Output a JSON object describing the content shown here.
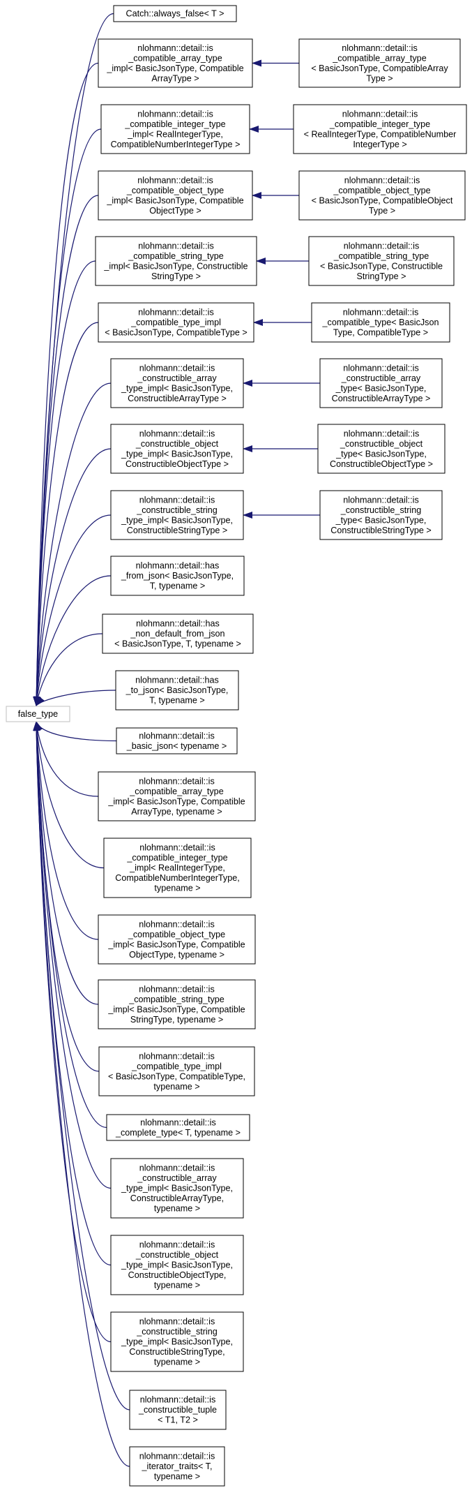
{
  "root": {
    "lines": [
      "false_type"
    ]
  },
  "nodes": [
    {
      "id": "n1",
      "lines": [
        "Catch::always_false< T >"
      ]
    },
    {
      "id": "n2",
      "lines": [
        "nlohmann::detail::is",
        "_compatible_array_type",
        "_impl< BasicJsonType, Compatible",
        "ArrayType >"
      ]
    },
    {
      "id": "n3",
      "lines": [
        "nlohmann::detail::is",
        "_compatible_integer_type",
        "_impl< RealIntegerType,",
        "CompatibleNumberIntegerType >"
      ]
    },
    {
      "id": "n4",
      "lines": [
        "nlohmann::detail::is",
        "_compatible_object_type",
        "_impl< BasicJsonType, Compatible",
        "ObjectType >"
      ]
    },
    {
      "id": "n5",
      "lines": [
        "nlohmann::detail::is",
        "_compatible_string_type",
        "_impl< BasicJsonType, Constructible",
        "StringType >"
      ]
    },
    {
      "id": "n6",
      "lines": [
        "nlohmann::detail::is",
        "_compatible_type_impl",
        "< BasicJsonType, CompatibleType >"
      ]
    },
    {
      "id": "n7",
      "lines": [
        "nlohmann::detail::is",
        "_constructible_array",
        "_type_impl< BasicJsonType,",
        "ConstructibleArrayType >"
      ]
    },
    {
      "id": "n8",
      "lines": [
        "nlohmann::detail::is",
        "_constructible_object",
        "_type_impl< BasicJsonType,",
        "ConstructibleObjectType >"
      ]
    },
    {
      "id": "n9",
      "lines": [
        "nlohmann::detail::is",
        "_constructible_string",
        "_type_impl< BasicJsonType,",
        "ConstructibleStringType >"
      ]
    },
    {
      "id": "n10",
      "lines": [
        "nlohmann::detail::has",
        "_from_json< BasicJsonType,",
        "T, typename >"
      ]
    },
    {
      "id": "n11",
      "lines": [
        "nlohmann::detail::has",
        "_non_default_from_json",
        "< BasicJsonType, T, typename >"
      ]
    },
    {
      "id": "n12",
      "lines": [
        "nlohmann::detail::has",
        "_to_json< BasicJsonType,",
        "T, typename >"
      ]
    },
    {
      "id": "n13",
      "lines": [
        "nlohmann::detail::is",
        "_basic_json< typename >"
      ]
    },
    {
      "id": "n14",
      "lines": [
        "nlohmann::detail::is",
        "_compatible_array_type",
        "_impl< BasicJsonType, Compatible",
        "ArrayType, typename >"
      ]
    },
    {
      "id": "n15",
      "lines": [
        "nlohmann::detail::is",
        "_compatible_integer_type",
        "_impl< RealIntegerType,",
        "CompatibleNumberIntegerType,",
        "typename >"
      ]
    },
    {
      "id": "n16",
      "lines": [
        "nlohmann::detail::is",
        "_compatible_object_type",
        "_impl< BasicJsonType, Compatible",
        "ObjectType, typename >"
      ]
    },
    {
      "id": "n17",
      "lines": [
        "nlohmann::detail::is",
        "_compatible_string_type",
        "_impl< BasicJsonType, Compatible",
        "StringType, typename >"
      ]
    },
    {
      "id": "n18",
      "lines": [
        "nlohmann::detail::is",
        "_compatible_type_impl",
        "< BasicJsonType, CompatibleType,",
        "typename >"
      ]
    },
    {
      "id": "n19",
      "lines": [
        "nlohmann::detail::is",
        "_complete_type< T, typename >"
      ]
    },
    {
      "id": "n20",
      "lines": [
        "nlohmann::detail::is",
        "_constructible_array",
        "_type_impl< BasicJsonType,",
        "ConstructibleArrayType,",
        "typename >"
      ]
    },
    {
      "id": "n21",
      "lines": [
        "nlohmann::detail::is",
        "_constructible_object",
        "_type_impl< BasicJsonType,",
        "ConstructibleObjectType,",
        "typename >"
      ]
    },
    {
      "id": "n22",
      "lines": [
        "nlohmann::detail::is",
        "_constructible_string",
        "_type_impl< BasicJsonType,",
        "ConstructibleStringType,",
        "typename >"
      ]
    },
    {
      "id": "n23",
      "lines": [
        "nlohmann::detail::is",
        "_constructible_tuple",
        "< T1, T2 >"
      ]
    },
    {
      "id": "n24",
      "lines": [
        "nlohmann::detail::is",
        "_iterator_traits< T,",
        "typename >"
      ]
    }
  ],
  "derived": [
    {
      "id": "d2",
      "base": "n2",
      "lines": [
        "nlohmann::detail::is",
        "_compatible_array_type",
        "< BasicJsonType, CompatibleArray",
        "Type >"
      ]
    },
    {
      "id": "d3",
      "base": "n3",
      "lines": [
        "nlohmann::detail::is",
        "_compatible_integer_type",
        "< RealIntegerType, CompatibleNumber",
        "IntegerType >"
      ]
    },
    {
      "id": "d4",
      "base": "n4",
      "lines": [
        "nlohmann::detail::is",
        "_compatible_object_type",
        "< BasicJsonType, CompatibleObject",
        "Type >"
      ]
    },
    {
      "id": "d5",
      "base": "n5",
      "lines": [
        "nlohmann::detail::is",
        "_compatible_string_type",
        "< BasicJsonType, Constructible",
        "StringType >"
      ]
    },
    {
      "id": "d6",
      "base": "n6",
      "lines": [
        "nlohmann::detail::is",
        "_compatible_type< BasicJson",
        "Type, CompatibleType >"
      ]
    },
    {
      "id": "d7",
      "base": "n7",
      "lines": [
        "nlohmann::detail::is",
        "_constructible_array",
        "_type< BasicJsonType,",
        "ConstructibleArrayType >"
      ]
    },
    {
      "id": "d8",
      "base": "n8",
      "lines": [
        "nlohmann::detail::is",
        "_constructible_object",
        "_type< BasicJsonType,",
        "ConstructibleObjectType >"
      ]
    },
    {
      "id": "d9",
      "base": "n9",
      "lines": [
        "nlohmann::detail::is",
        "_constructible_string",
        "_type< BasicJsonType,",
        "ConstructibleStringType >"
      ]
    }
  ],
  "colors": {
    "edge": "#191970",
    "node_border": "#000000",
    "root_border": "#bfbfbf",
    "background": "#ffffff"
  }
}
